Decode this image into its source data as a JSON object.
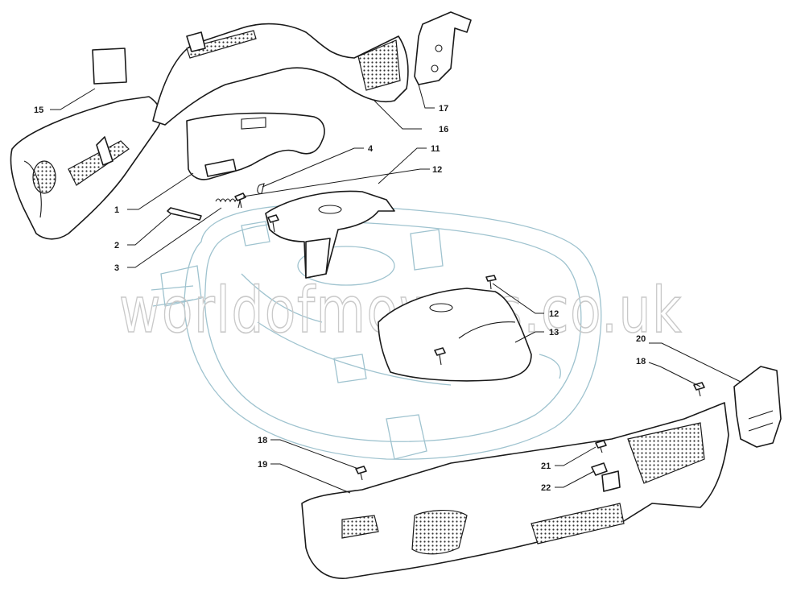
{
  "watermark": "worldofmowers.co.uk",
  "callouts": [
    "1",
    "2",
    "3",
    "4",
    "11",
    "12",
    "12",
    "13",
    "15",
    "16",
    "17",
    "18",
    "18",
    "19",
    "20",
    "21",
    "22"
  ]
}
